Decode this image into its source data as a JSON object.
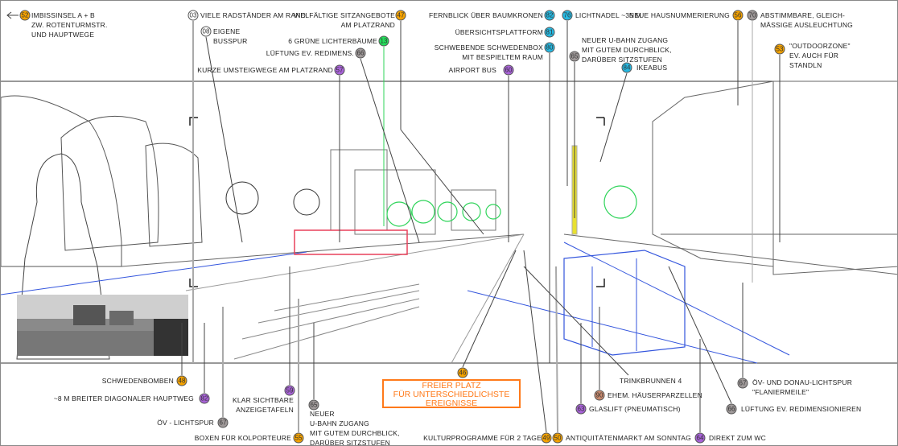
{
  "colors": {
    "orange": "#f5a300",
    "purple": "#a862d8",
    "cyan": "#25b9e2",
    "gray": "#a09a9a",
    "green": "#22e05a",
    "brown": "#c98a6e",
    "white": "#ffffff",
    "highlight": "#ff7a1a",
    "blue_line": "#3355dd",
    "tree_green": "#2fd45a",
    "tram_red": "#e8405a"
  },
  "annotations": [
    {
      "num": "52",
      "color": "orange",
      "lines": [
        "IMBISSINSEL  A + B",
        "ZW.  ROTENTURMSTR.",
        "UND  HAUPTWEGE"
      ]
    },
    {
      "num": "03",
      "color": "white",
      "lines": [
        "VIELE RADSTÄNDER AM RAND"
      ]
    },
    {
      "num": "08",
      "color": "white",
      "lines": [
        "EIGENE",
        "BUSSPUR"
      ]
    },
    {
      "num": "47",
      "color": "orange",
      "lines": [
        "VIELFÄLTIGE  SITZANGEBOTE",
        "AM  PLATZRAND"
      ]
    },
    {
      "num": "13",
      "color": "green",
      "lines": [
        "6  GRÜNE  LICHTERBÄUME"
      ]
    },
    {
      "num": "66",
      "color": "gray",
      "lines": [
        "LÜFTUNG  EV.  REDIMENS."
      ]
    },
    {
      "num": "57",
      "color": "purple",
      "lines": [
        "KURZE UMSTEIGWEGE AM PLATZRAND"
      ]
    },
    {
      "num": "82",
      "color": "cyan",
      "lines": [
        "FERNBLICK  ÜBER  BAUMKRONEN"
      ]
    },
    {
      "num": "81",
      "color": "cyan",
      "lines": [
        "ÜBERSICHTSPLATTFORM"
      ]
    },
    {
      "num": "80",
      "color": "cyan",
      "lines": [
        "SCHWEBENDE  SCHWEDENBOX",
        "MIT  BESPIELTEM  RAUM"
      ]
    },
    {
      "num": "60",
      "color": "purple",
      "lines": [
        "AIRPORT  BUS"
      ]
    },
    {
      "num": "76",
      "color": "cyan",
      "lines": [
        "LICHTNADEL  ~35  M"
      ]
    },
    {
      "num": "65",
      "color": "gray",
      "lines": [
        "NEUER  U-BAHN  ZUGANG",
        "MIT  GUTEM  DURCHBLICK,",
        "DARÜBER  SITZSTUFEN"
      ]
    },
    {
      "num": "84",
      "color": "cyan",
      "lines": [
        "IKEABUS"
      ]
    },
    {
      "num": "56",
      "color": "orange",
      "lines": [
        "NEUE  HAUSNUMMERIERUNG"
      ]
    },
    {
      "num": "70",
      "color": "gray",
      "lines": [
        "ABSTIMMBARE,  GLEICH-",
        "MÄSSIGE  AUSLEUCHTUNG"
      ]
    },
    {
      "num": "53",
      "color": "orange",
      "lines": [
        "\"OUTDOORZONE\"",
        "EV.  AUCH  FÜR",
        "STANDLN"
      ]
    },
    {
      "num": "48",
      "color": "orange",
      "lines": [
        "SCHWEDENBOMBEN"
      ]
    },
    {
      "num": "82",
      "color": "purple",
      "lines": [
        "~8 M  BREITER  DIAGONALER  HAUPTWEG"
      ]
    },
    {
      "num": "67",
      "color": "gray",
      "lines": [
        "ÖV - LICHTSPUR"
      ]
    },
    {
      "num": "59",
      "color": "purple",
      "lines": [
        "KLAR  SICHTBARE",
        "ANZEIGETAFELN"
      ]
    },
    {
      "num": "55",
      "color": "orange",
      "lines": [
        "BOXEN  FÜR  KOLPORTEURE"
      ]
    },
    {
      "num": "65",
      "color": "gray",
      "lines": [
        "NEUER",
        "U-BAHN  ZUGANG",
        "MIT  GUTEM  DURCHBLICK,",
        "DARÜBER  SITZSTUFEN"
      ]
    },
    {
      "num": "46",
      "color": "orange",
      "lines": []
    },
    {
      "num": "49",
      "color": "orange",
      "lines": [
        "KULTURPROGRAMME  FÜR  2  TAGE"
      ]
    },
    {
      "num": "50",
      "color": "orange",
      "lines": [
        "ANTIQUITÄTENMARKT  AM  SONNTAG"
      ]
    },
    {
      "num": "",
      "color": "none",
      "lines": [
        "TRINKBRUNNEN  4"
      ]
    },
    {
      "num": "90",
      "color": "brown",
      "lines": [
        "EHEM.  HÄUSERPARZELLEN"
      ]
    },
    {
      "num": "63",
      "color": "purple",
      "lines": [
        "GLASLIFT (PNEUMATISCH)"
      ]
    },
    {
      "num": "67",
      "color": "gray",
      "lines": [
        "ÖV-  UND  DONAU-LICHTSPUR",
        "\"FLANIERMEILE\""
      ]
    },
    {
      "num": "66",
      "color": "gray",
      "lines": [
        "LÜFTUNG  EV.  REDIMENSIONIEREN"
      ]
    },
    {
      "num": "64",
      "color": "purple",
      "lines": [
        "DIREKT  ZUM  WC"
      ]
    }
  ],
  "event_box": {
    "lines": [
      "FREIER  PLATZ",
      "FÜR  UNTERSCHIEDLICHSTE",
      "EREIGNISSE"
    ]
  },
  "icons": {
    "back_arrow": "arrow-left-icon"
  }
}
